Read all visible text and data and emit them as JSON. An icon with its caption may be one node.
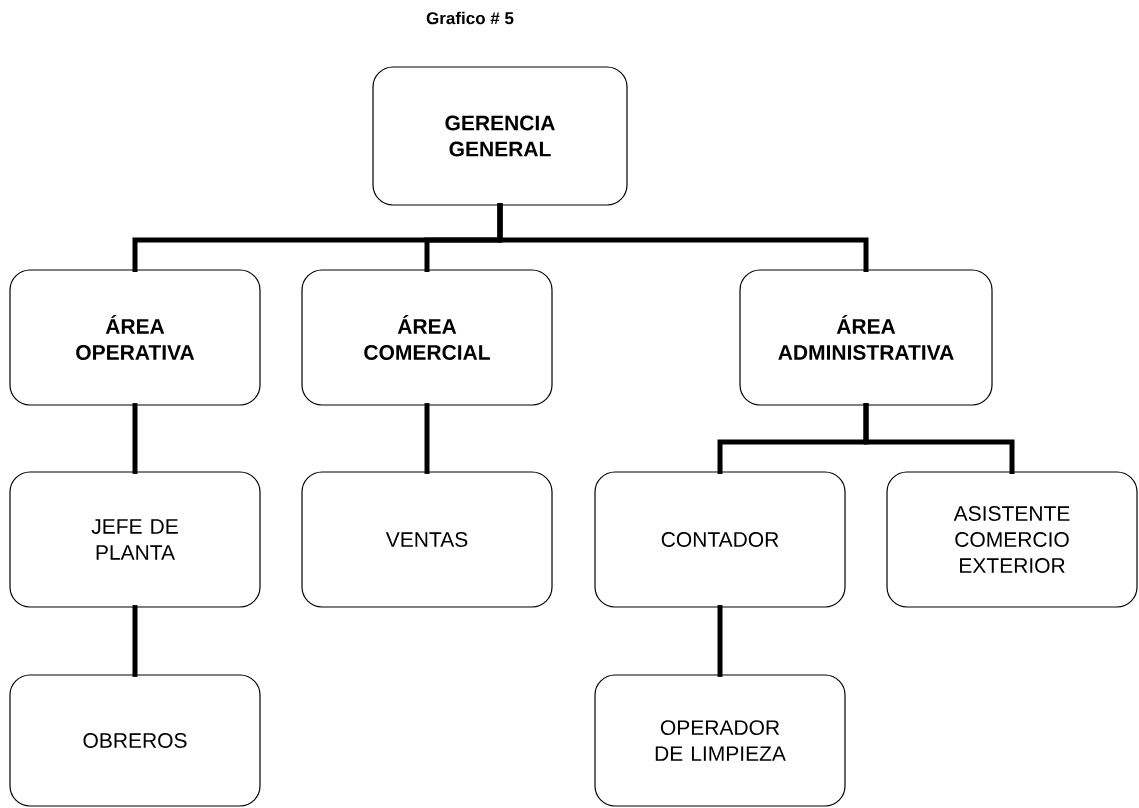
{
  "diagram": {
    "title": "Grafico # 5",
    "nodes": [
      {
        "text": [
          "GERENCIA GENERAL"
        ]
      },
      {
        "text": [
          "ÁREA OPERATIVA"
        ]
      },
      {
        "text": [
          "ÁREA COMERCIAL"
        ]
      },
      {
        "text": [
          "ÁREA ADMINISTRATIVA"
        ]
      },
      {
        "text": [
          "JEFE DE PLANTA"
        ]
      },
      {
        "text": [
          "VENTAS"
        ]
      },
      {
        "text": [
          "CONTADOR"
        ]
      },
      {
        "text": [
          "ASISTENTE COMERCIO EXTERIOR"
        ]
      },
      {
        "text": [
          "OBREROS"
        ]
      },
      {
        "text": [
          "OPERADOR DE LIMPIEZA"
        ]
      }
    ],
    "edges": [
      {
        "from": 0,
        "to": 1,
        "arrow": "none"
      },
      {
        "from": 0,
        "to": 2,
        "arrow": "none"
      },
      {
        "from": 0,
        "to": 3,
        "arrow": "none"
      },
      {
        "from": 1,
        "to": 4,
        "arrow": "none"
      },
      {
        "from": 2,
        "to": 5,
        "arrow": "none"
      },
      {
        "from": 3,
        "to": 6,
        "arrow": "none"
      },
      {
        "from": 3,
        "to": 7,
        "arrow": "none"
      },
      {
        "from": 4,
        "to": 8,
        "arrow": "none"
      },
      {
        "from": 6,
        "to": 9,
        "arrow": "none"
      }
    ]
  }
}
